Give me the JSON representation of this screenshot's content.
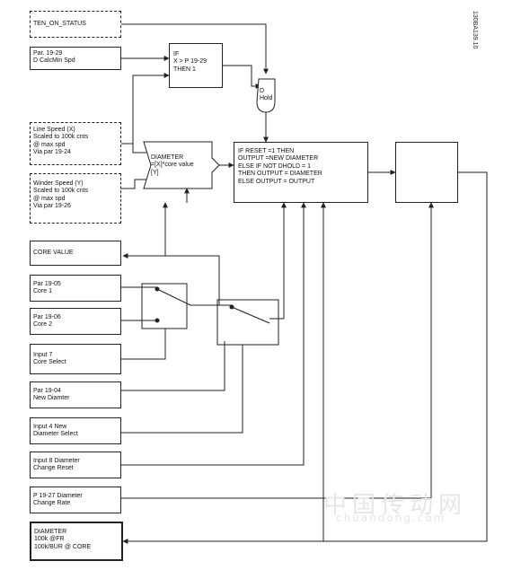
{
  "doc_code": "130BA139.10",
  "inputs": {
    "ten_on_status": "TEN_ON_STATUS",
    "par_19_29": "Par. 19-29\nD CalcMin Spd",
    "line_speed": "Line Speed (X)\nScaled to 100k cnts\n@ max spd\nVia par 19-24",
    "winder_speed": "Winder Speed (Y)\nScaled to 100k cnts\n@ max spd\nVia par 19-26",
    "core_value": "CORE VALUE",
    "par_19_05": "Par 19-05\nCore 1",
    "par_19_06": "Par 19-06\nCore 2",
    "input_7": "Input 7\nCore Select",
    "par_19_04": "Par 19-04\nNew Diamter",
    "input_4": "Input 4 New\nDiameter Select",
    "input_8": "Input 8 Diameter\nChange Reset",
    "p_19_27": "P 19-27 Diameter\nChange Rate",
    "output": "DIAMETER\n100k @FR\n100k/BUR @ CORE"
  },
  "blocks": {
    "compare": "IF\nX > P 19-29\nTHEN 1",
    "d_hold": "D\nHold",
    "diameter_calc": "DIAMETER\n=[X]*core value\n[Y]",
    "logic": "IF RESET =1 THEN\nOUTPUT =NEW DIAMETER\nELSE IF NOT DHOLD = 1\nTHEN OUTPUT = DIAMETER\nELSE OUTPUT = OUTPUT"
  },
  "watermark": {
    "cn": "中国传动网",
    "en": "chuandong.com"
  }
}
